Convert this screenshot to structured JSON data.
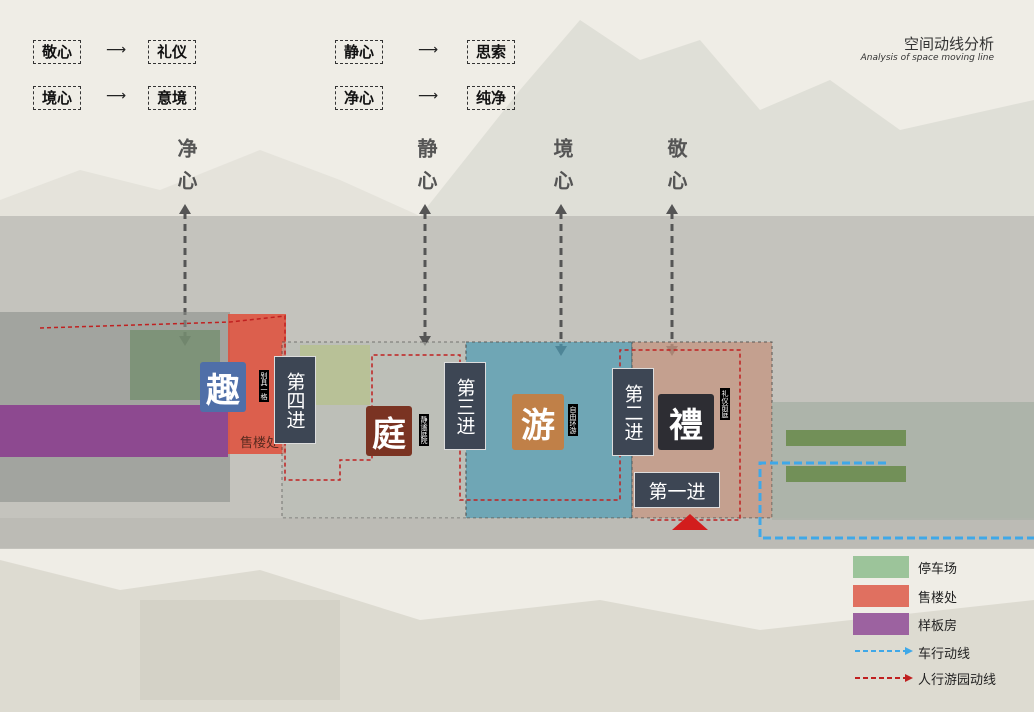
{
  "header": {
    "title": "空间动线分析",
    "subtitle": "Analysis of space moving line"
  },
  "flows": [
    {
      "from": "敬心",
      "to": "礼仪"
    },
    {
      "from": "境心",
      "to": "意境"
    },
    {
      "from": "静心",
      "to": "思索"
    },
    {
      "from": "净心",
      "to": "纯净"
    }
  ],
  "hearts": [
    "净心",
    "静心",
    "境心",
    "敬心"
  ],
  "zones": {
    "qu": {
      "char": "趣",
      "tag": "别具一格",
      "color": "#4f6fa8"
    },
    "ting": {
      "char": "庭",
      "tag": "静谧庭院",
      "color": "#7a3322"
    },
    "you": {
      "char": "游",
      "tag": "自由环游",
      "color": "#c08048"
    },
    "li": {
      "char": "禮",
      "tag": "礼仪前庭",
      "color": "#2d2d33"
    }
  },
  "stages": [
    "第四进",
    "第三进",
    "第二进",
    "第一进"
  ],
  "sales_label": "售楼处",
  "legend": [
    {
      "label": "停车场",
      "color": "#9cc49a"
    },
    {
      "label": "售楼处",
      "color": "#e07060"
    },
    {
      "label": "样板房",
      "color": "#9c62a0"
    }
  ],
  "legend_lines": [
    {
      "label": "车行动线",
      "color": "#3fa8e8"
    },
    {
      "label": "人行游园动线",
      "color": "#c02020"
    }
  ]
}
